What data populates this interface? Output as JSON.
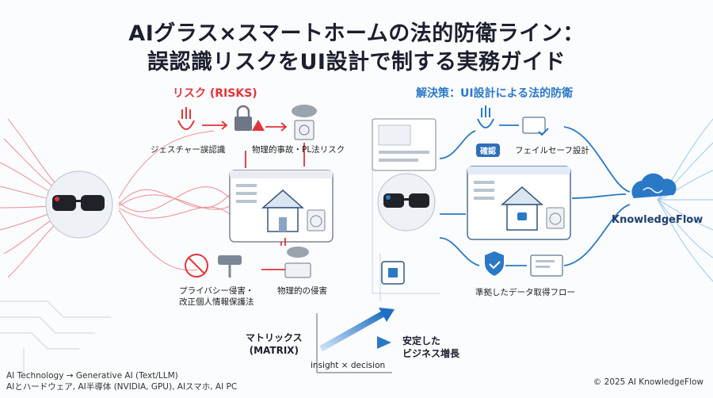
{
  "title": {
    "line1": "AIグラス×スマートホームの法的防衛ライン：",
    "line2": "誤認識リスクをUI設計で制する実務ガイド"
  },
  "risk": {
    "header": "リスク (RISKS)",
    "gesture": "ジェスチャー誤認識",
    "physical_pl": "物理的事故・PL法リスク",
    "privacy": "プライバシー侵害・\n改正個人情報保護法",
    "physical_damage": "物理的の侵害"
  },
  "solution": {
    "header": "解決策：UI設計による法的防衛",
    "confirm_badge": "確認",
    "failsafe": "フェイルセーフ設計",
    "data_flow": "準拠したデータ取得フロー"
  },
  "brand": {
    "name": "KnowledgeFlow"
  },
  "matrix": {
    "label": "マトリックス\n(MATRIX)",
    "axis": "insight × decision",
    "result": "安定した\nビジネス増長"
  },
  "footer": {
    "line1": "AI Technology → Generative AI (Text/LLM)",
    "line2": "AIとハードウェア, AI半導体 (NVIDIA, GPU), AIスマホ, AI PC",
    "copyright": "© 2025 AI KnowledgeFlow"
  },
  "colors": {
    "risk": "#e2333a",
    "solution": "#2a79c7",
    "title": "#1b1f2e"
  }
}
